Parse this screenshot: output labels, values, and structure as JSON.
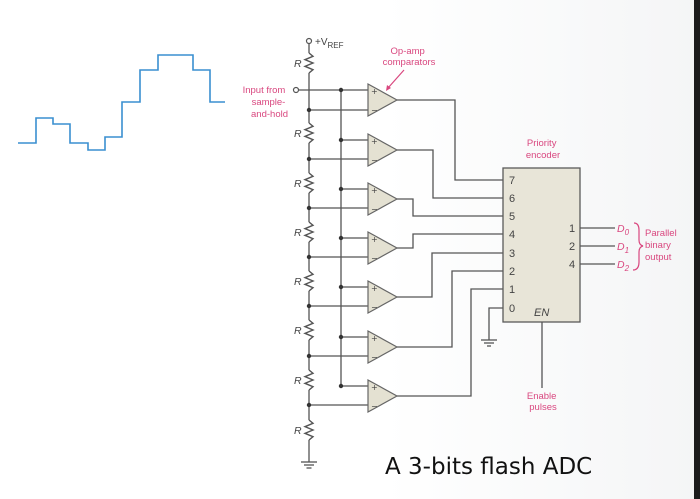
{
  "diagram": {
    "title": "A 3-bits flash ADC",
    "vref_label": "+V",
    "vref_sub": "REF",
    "resistor_label": "R",
    "resistor_count": 8,
    "input_label_lines": [
      "Input from",
      "sample-",
      "and-hold"
    ],
    "comparators_label_lines": [
      "Op-amp",
      "comparators"
    ],
    "comparator_count": 7,
    "plus_sign": "+",
    "minus_sign": "−",
    "encoder": {
      "label_lines": [
        "Priority",
        "encoder"
      ],
      "input_pins": [
        "7",
        "6",
        "5",
        "4",
        "3",
        "2",
        "1",
        "0"
      ],
      "output_pins": [
        "1",
        "2",
        "4"
      ],
      "enable_label": "EN"
    },
    "outputs": [
      {
        "name": "D",
        "sub": "0"
      },
      {
        "name": "D",
        "sub": "1"
      },
      {
        "name": "D",
        "sub": "2"
      }
    ],
    "output_label_lines": [
      "Parallel",
      "binary",
      "output"
    ],
    "enable_label_lines": [
      "Enable",
      "pulses"
    ],
    "waveform": {
      "description": "sampled-and-held staircase input signal",
      "levels": [
        0,
        1.7,
        1.3,
        0,
        -0.4,
        0.2,
        2.6,
        4.5,
        5.4,
        4.5,
        2.7
      ]
    },
    "colors": {
      "annotation": "#d9477f",
      "waveform": "#3a8fd0",
      "component_fill": "#e4e1d2",
      "wire": "#555555"
    }
  }
}
